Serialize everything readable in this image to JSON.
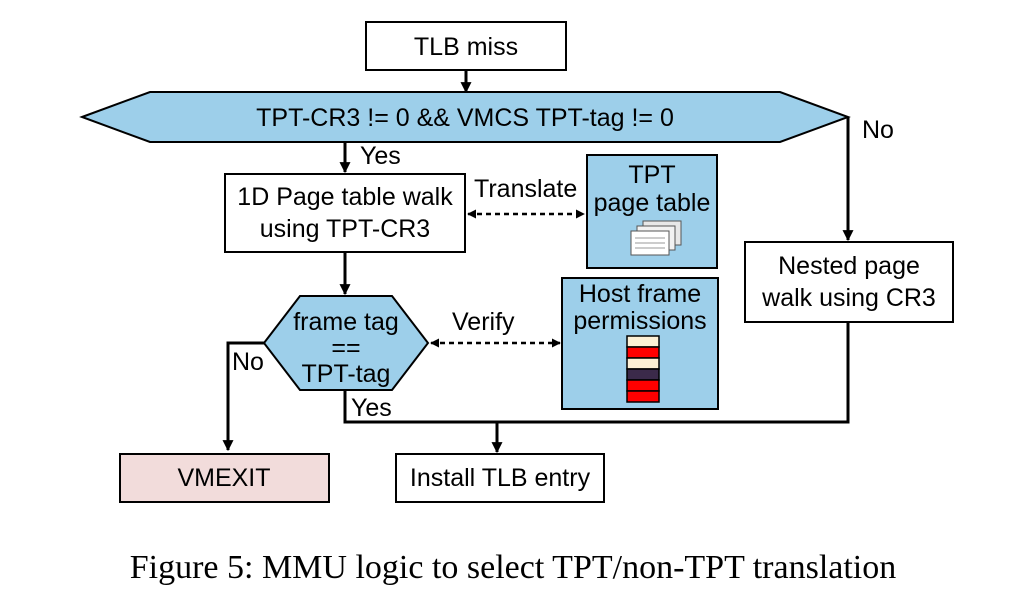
{
  "diagram": {
    "tlb_miss": "TLB miss",
    "decision_main": "TPT-CR3 != 0 && VMCS TPT-tag != 0",
    "yes_1": "Yes",
    "no_1": "No",
    "walk_1d_line1": "1D Page table walk",
    "walk_1d_line2": "using TPT-CR3",
    "translate": "Translate",
    "tpt_line1": "TPT",
    "tpt_line2": "page table",
    "nested_line1": "Nested page",
    "nested_line2": "walk using CR3",
    "frame_tag_line1": "frame tag",
    "frame_tag_line2": "==",
    "frame_tag_line3": "TPT-tag",
    "verify": "Verify",
    "host_line1": "Host frame",
    "host_line2": "permissions",
    "no_2": "No",
    "yes_2": "Yes",
    "vmexit": "VMEXIT",
    "install": "Install TLB entry"
  },
  "colors": {
    "blue_fill": "#9dcfea",
    "vmexit_fill": "#f2dcdb",
    "stroke": "#000000",
    "perm_cream": "#fdf0d5",
    "perm_red": "#ff0000",
    "perm_dark": "#3b2a4a"
  },
  "caption": "Figure 5: MMU logic to select TPT/non-TPT translation"
}
